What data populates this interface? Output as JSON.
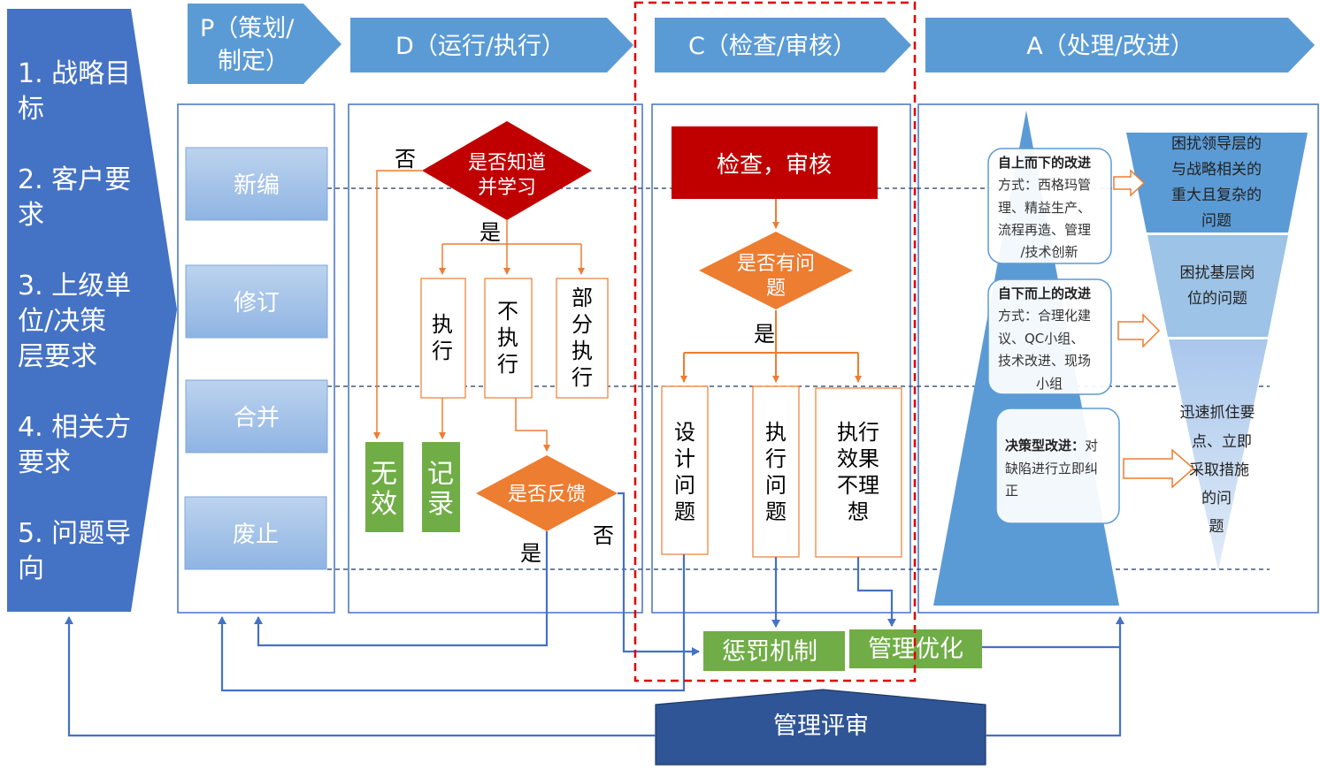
{
  "left_panel": {
    "items": [
      "1. 战略目",
      "标",
      "2. 客户要",
      "求",
      "3. 上级单",
      "位/决策",
      "层要求",
      "4. 相关方",
      "要求",
      "5. 问题导",
      "向"
    ]
  },
  "phases": {
    "p": [
      "P（策划/",
      "制定）"
    ],
    "d": "D（运行/执行）",
    "c": "C（检查/审核）",
    "a": "A（处理/改进）"
  },
  "plan_boxes": [
    "新编",
    "修订",
    "合并",
    "废止"
  ],
  "do_section": {
    "decision1": [
      "是否知道",
      "并学习"
    ],
    "no1": "否",
    "yes1": "是",
    "option1": [
      "执",
      "行"
    ],
    "option2": [
      "不",
      "执",
      "行"
    ],
    "option3": [
      "部",
      "分",
      "执",
      "行"
    ],
    "invalid": [
      "无",
      "效"
    ],
    "record": [
      "记",
      "录"
    ],
    "decision2": "是否反馈",
    "yes2": "是",
    "no2": "否"
  },
  "check_section": {
    "header": "检查，审核",
    "decision": [
      "是否有问",
      "题"
    ],
    "yes": "是",
    "box1": [
      "设",
      "计",
      "问",
      "题"
    ],
    "box2": [
      "执",
      "行",
      "问",
      "题"
    ],
    "box3": [
      "执行",
      "效果",
      "不理",
      "想"
    ]
  },
  "act_section": {
    "topdown_title": "自上而下的改进",
    "topdown_lines": [
      "方式：西格玛管",
      "理、精益生产、",
      "流程再造、管理",
      "/技术创新"
    ],
    "bottomup_title": "自下而上的改进",
    "bottomup_lines": [
      "方式：合理化建",
      "议、QC小组、",
      "技术改进、现场",
      "小组"
    ],
    "decision_title": "决策型改进：",
    "decision_lines": [
      "对",
      "缺陷进行立即纠",
      "正"
    ],
    "funnel1": [
      "困扰领导层的",
      "与战略相关的",
      "重大且复杂的",
      "问题"
    ],
    "funnel2": [
      "困扰基层岗",
      "位的问题"
    ],
    "funnel3": [
      "迅速抓住要",
      "点、立即",
      "采取措施",
      "的问",
      "题"
    ]
  },
  "bottom": {
    "penalty": "惩罚机制",
    "optimize": "管理优化",
    "review": "管理评审"
  },
  "colors": {
    "blue_dark": "#4472C4",
    "blue_mid": "#5B9BD5",
    "red": "#C00000",
    "orange": "#ED7D31",
    "green": "#70AD47",
    "navy": "#2F5597"
  }
}
